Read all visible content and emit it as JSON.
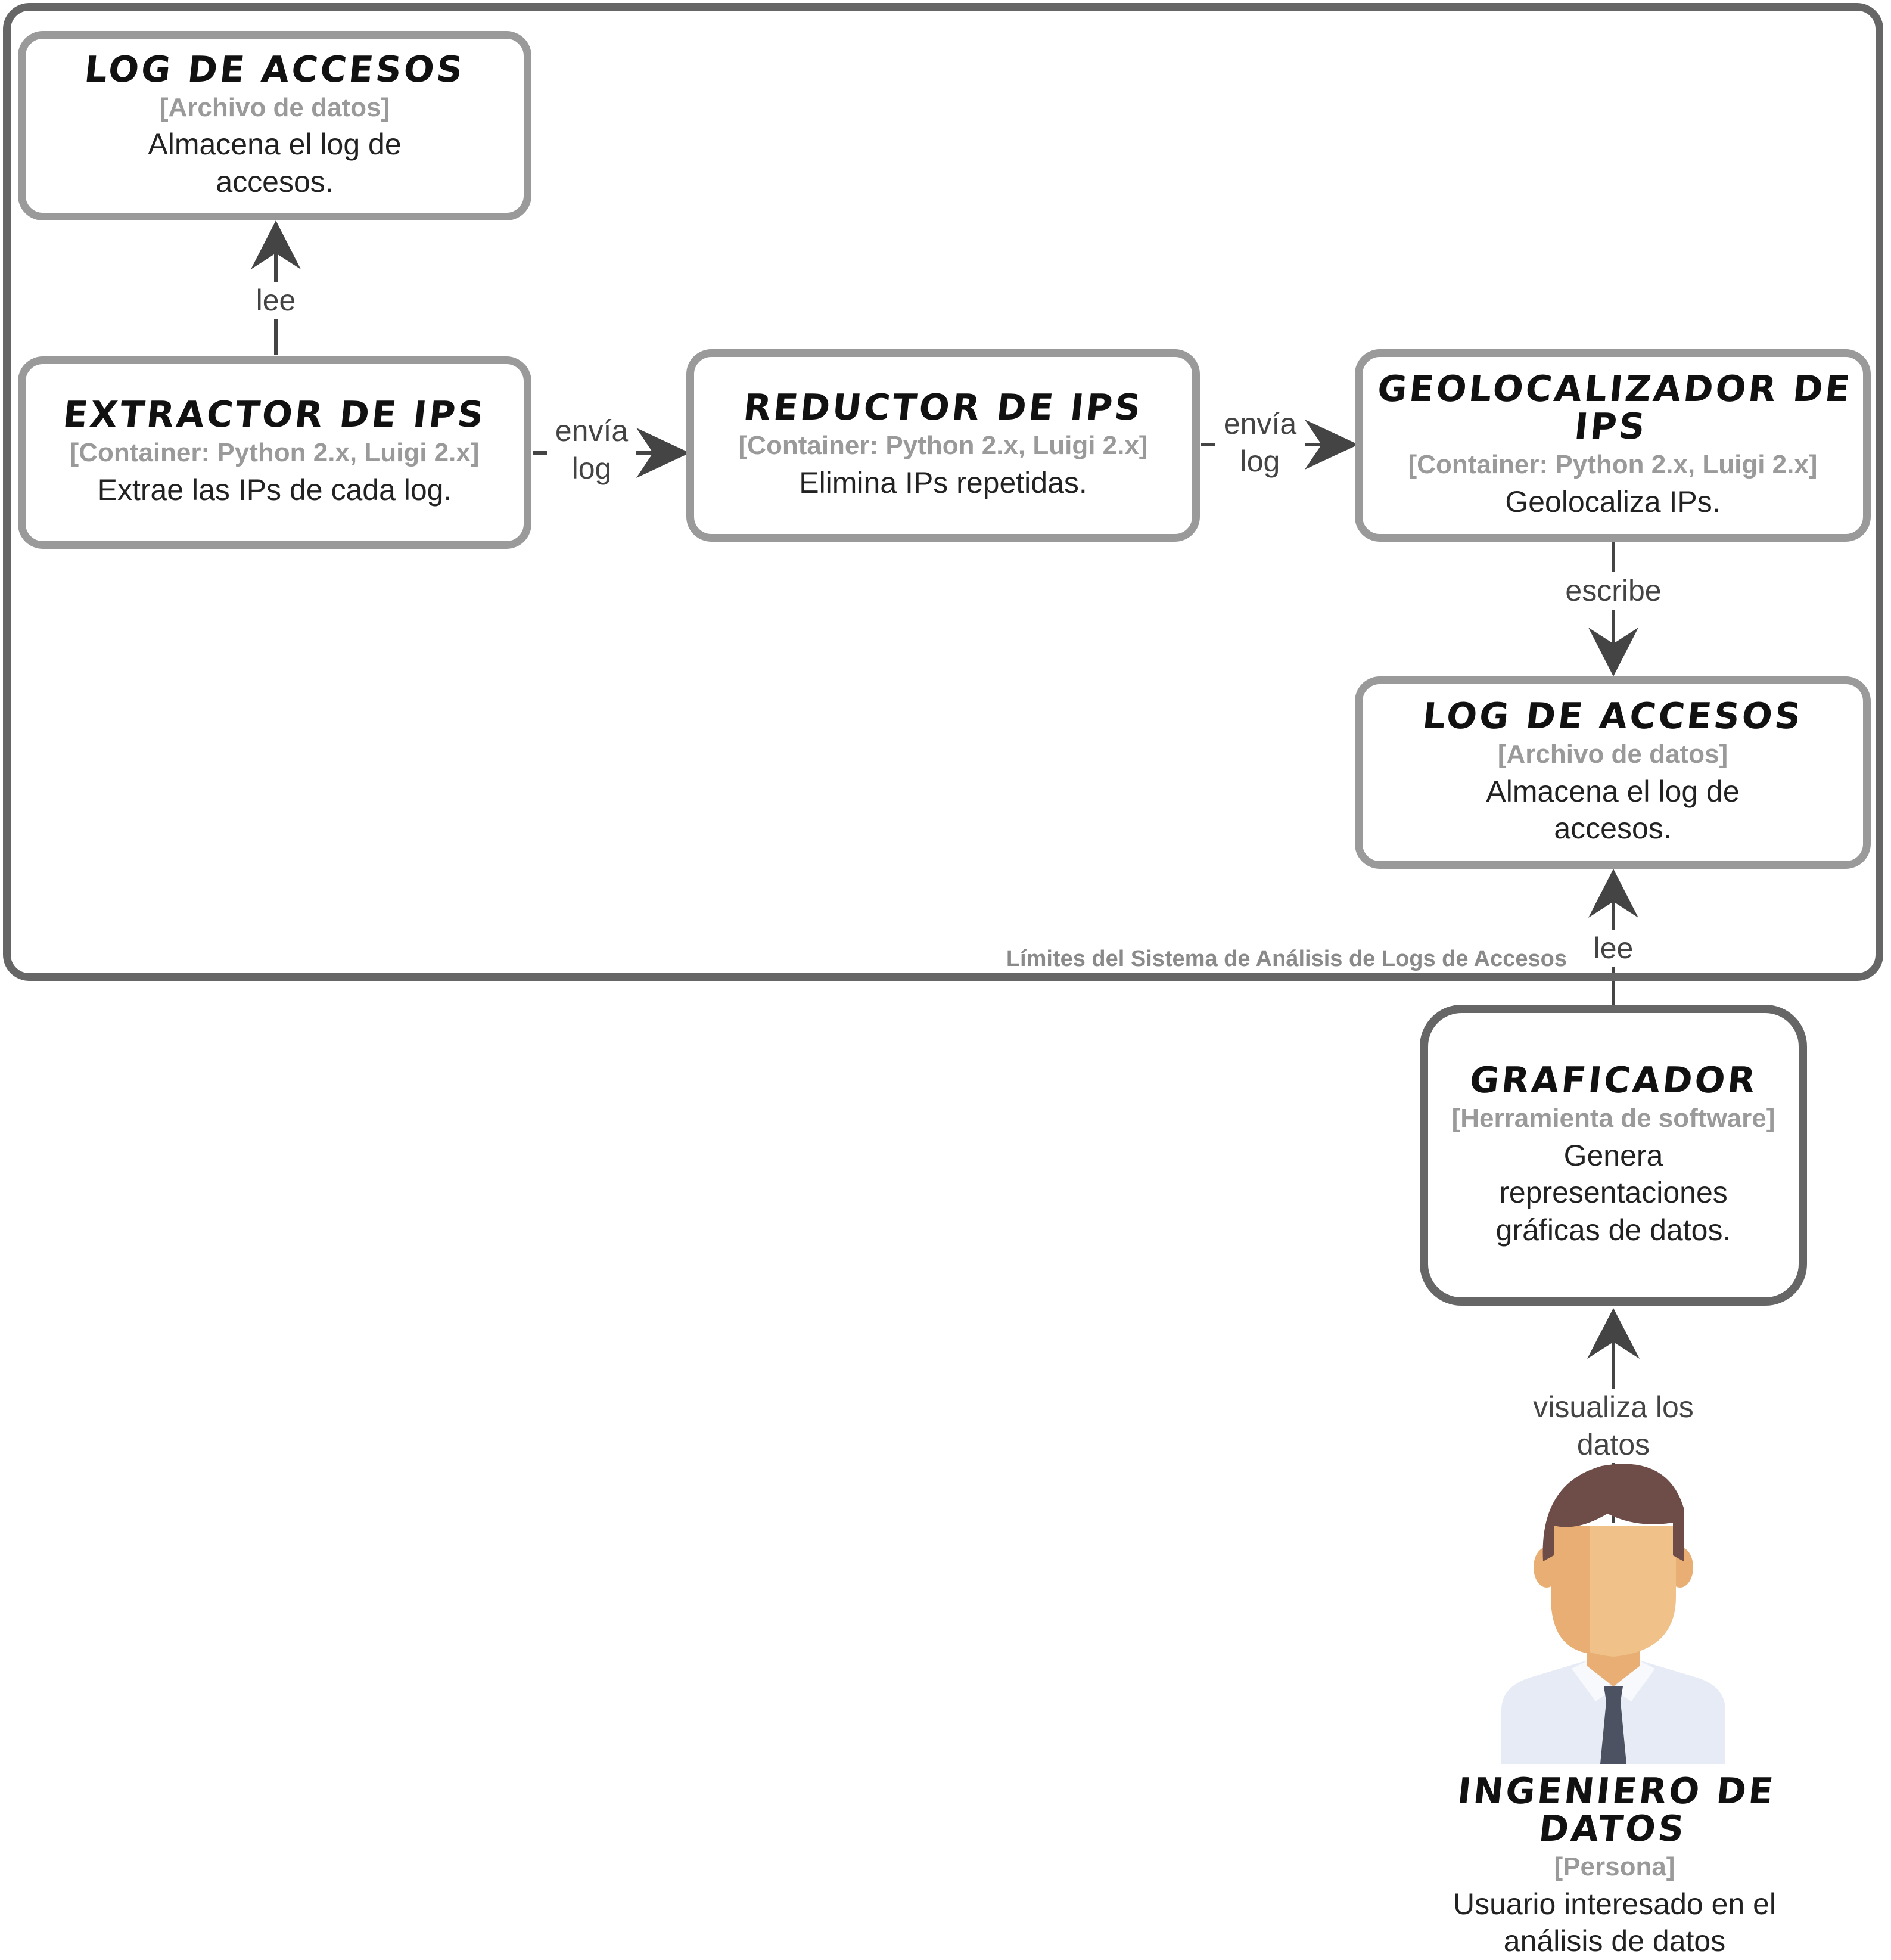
{
  "boundary": {
    "label": "Límites del Sistema de Análisis de Logs de Accesos"
  },
  "nodes": {
    "log_top": {
      "title": "LOG DE ACCESOS",
      "tech": "[Archivo de datos]",
      "desc": "Almacena el log de accesos."
    },
    "extractor": {
      "title": "EXTRACTOR DE IPS",
      "tech": "[Container: Python 2.x, Luigi 2.x]",
      "desc": "Extrae las IPs de cada log."
    },
    "reductor": {
      "title": "REDUCTOR DE IPS",
      "tech": "[Container: Python 2.x, Luigi 2.x]",
      "desc": "Elimina IPs repetidas."
    },
    "geolocalizador": {
      "title": "GEOLOCALIZADOR DE IPS",
      "tech": "[Container: Python 2.x, Luigi 2.x]",
      "desc": "Geolocaliza IPs."
    },
    "log_right": {
      "title": "LOG DE ACCESOS",
      "tech": "[Archivo de datos]",
      "desc": "Almacena el log de accesos."
    },
    "graficador": {
      "title": "GRAFICADOR",
      "tech": "[Herramienta de software]",
      "desc": "Genera representaciones gráficas de datos."
    },
    "ingeniero": {
      "title": "INGENIERO DE DATOS",
      "tech": "[Persona]",
      "desc": "Usuario interesado en el análisis de datos"
    }
  },
  "edges": {
    "extractor_log": "lee",
    "extractor_reductor": "envía log",
    "reductor_geo": "envía log",
    "geo_log": "escribe",
    "graficador_log": "lee",
    "ingeniero_graficador": "visualiza los datos"
  },
  "colors": {
    "boundary": "#666666",
    "box_border": "#9a9a9a",
    "arrow": "#444444",
    "skin": "#f0c28a",
    "hair": "#6e4d48",
    "shirt": "#e6ebf5",
    "tie": "#4d5263"
  }
}
